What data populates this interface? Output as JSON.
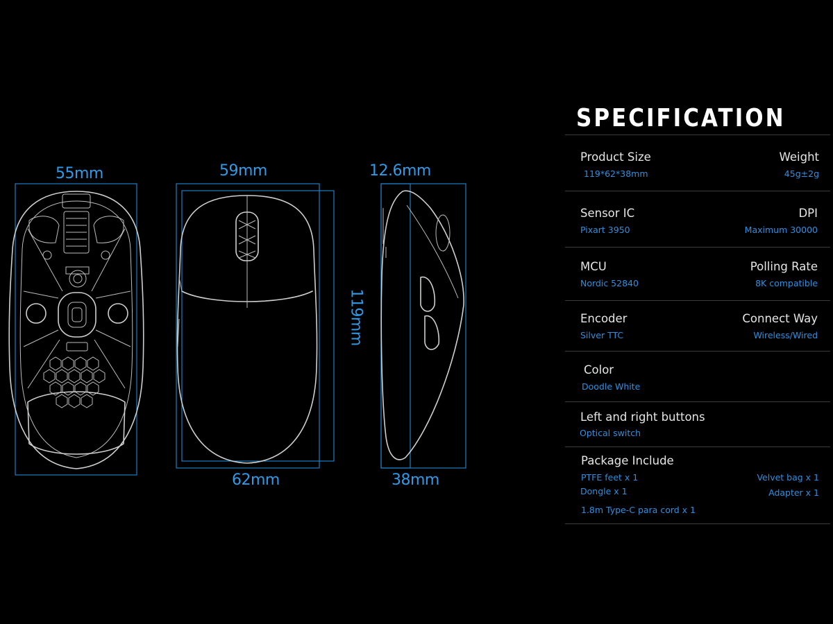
{
  "dimensions": {
    "bottom_width_top": "55mm",
    "top_width": "59mm",
    "side_depth_top": "12.6mm",
    "length": "119mm",
    "overall_width": "62mm",
    "height": "38mm"
  },
  "spec": {
    "title": "SPECIFICATION",
    "rows": [
      {
        "left_label": "Product Size",
        "left_value": "119*62*38mm",
        "right_label": "Weight",
        "right_value": "45g±2g"
      },
      {
        "left_label": "Sensor IC",
        "left_value": "Pixart 3950",
        "right_label": "DPI",
        "right_value": "Maximum 30000"
      },
      {
        "left_label": "MCU",
        "left_value": "Nordic 52840",
        "right_label": "Polling Rate",
        "right_value": "8K compatible"
      },
      {
        "left_label": "Encoder",
        "left_value": "Silver TTC",
        "right_label": "Connect Way",
        "right_value": "Wireless/Wired"
      },
      {
        "left_label": "Color",
        "left_value": "Doodle White"
      },
      {
        "left_label": "Left and right buttons",
        "left_value": "Optical switch"
      }
    ],
    "package": {
      "label": "Package Include",
      "items": [
        "PTFE feet x 1",
        "Velvet bag x 1",
        "Dongle x 1",
        "Adapter x 1",
        "1.8m Type-C para cord x 1"
      ]
    }
  },
  "colors": {
    "background": "#000000",
    "accent": "#2f8fe0",
    "divider": "#3a3a3a"
  }
}
